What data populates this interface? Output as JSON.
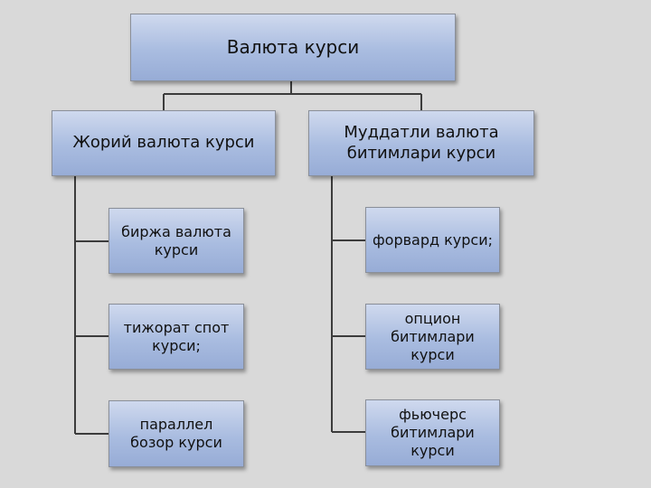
{
  "diagram": {
    "root": {
      "label": "Валюта курси"
    },
    "branches": [
      {
        "label": "Жорий валюта курси",
        "children": [
          {
            "label": "биржа валюта\nкурси"
          },
          {
            "label": "тижорат спот\nкурси;"
          },
          {
            "label": "параллел\nбозор курси"
          }
        ]
      },
      {
        "label": "Муддатли валюта\nбитимлари курси",
        "children": [
          {
            "label": "форвард курси;"
          },
          {
            "label": "опцион\nбитимлари\nкурси"
          },
          {
            "label": "фьючерс\nбитимлари\nкурси"
          }
        ]
      }
    ]
  },
  "colors": {
    "background": "#d9d9d9",
    "node_fill": "#a9bce0",
    "node_border": "#8a8f99",
    "connector": "#3c3c3c"
  }
}
